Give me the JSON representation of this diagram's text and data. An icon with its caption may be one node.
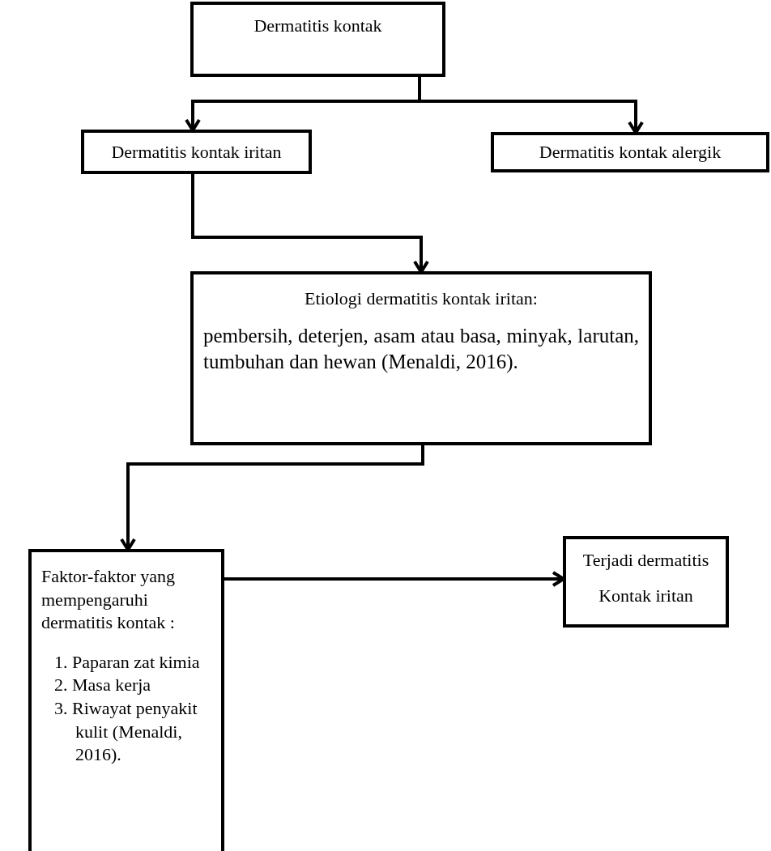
{
  "diagram": {
    "nodes": [
      {
        "text": [
          "Dermatitis kontak"
        ]
      },
      {
        "text": [
          "Dermatitis kontak iritan"
        ]
      },
      {
        "text": [
          "Dermatitis kontak alergik"
        ]
      },
      {
        "text": [
          "Etiologi dermatitis kontak iritan:",
          "pembersih, deterjen, asam atau basa, minyak, larutan, tumbuhan dan hewan (Menaldi, 2016)."
        ]
      },
      {
        "text": [
          "Faktor-faktor yang mempengaruhi dermatitis kontak :",
          "1. Paparan zat kimia",
          "2. Masa kerja",
          "3. Riwayat penyakit kulit (Menaldi, 2016)."
        ]
      },
      {
        "text": [
          "Terjadi dermatitis",
          "Kontak iritan"
        ]
      }
    ],
    "edges": [
      {
        "from": 0,
        "to": 1,
        "arrow": "to"
      },
      {
        "from": 0,
        "to": 2,
        "arrow": "to"
      },
      {
        "from": 1,
        "to": 3,
        "arrow": "to"
      },
      {
        "from": 3,
        "to": 4,
        "arrow": "to"
      },
      {
        "from": 4,
        "to": 5,
        "arrow": "to"
      }
    ]
  }
}
